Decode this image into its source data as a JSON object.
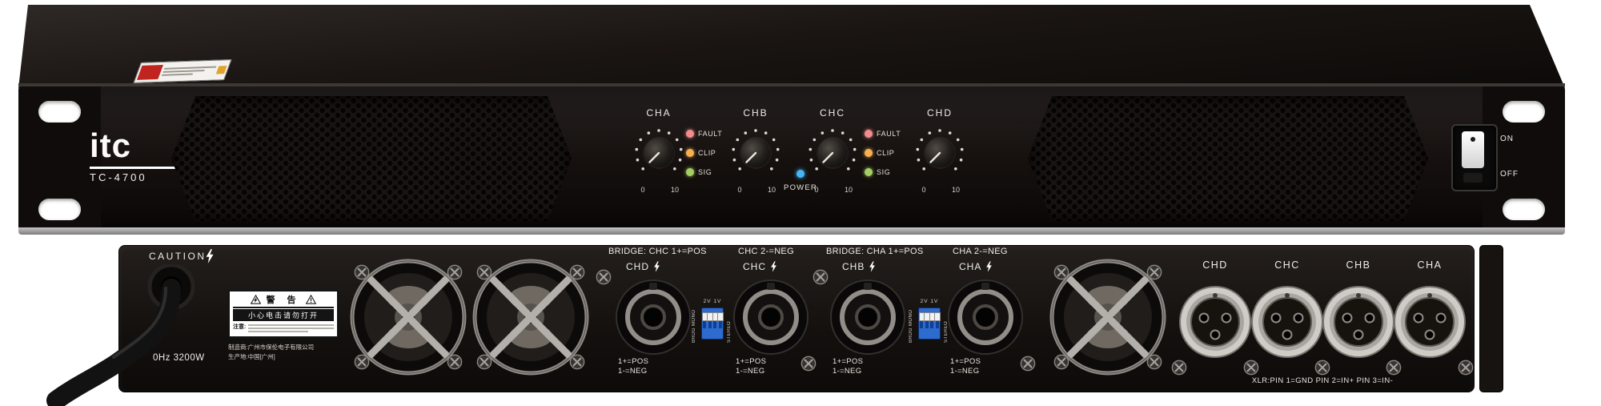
{
  "brand": {
    "logo": "itc",
    "model": "TC-4700"
  },
  "front": {
    "channels": [
      {
        "label": "CHA",
        "min": "0",
        "max": "10"
      },
      {
        "label": "CHB",
        "min": "0",
        "max": "10"
      },
      {
        "label": "CHC",
        "min": "0",
        "max": "10"
      },
      {
        "label": "CHD",
        "min": "0",
        "max": "10"
      }
    ],
    "leds": {
      "fault": "FAULT",
      "clip": "CLIP",
      "sig": "SIG"
    },
    "led_colors": {
      "fault": "#f08d8d",
      "clip": "#f6b04e",
      "sig": "#a5cf63",
      "power": "#45b7f5"
    },
    "power_label": "POWER",
    "switch": {
      "on": "ON",
      "off": "OFF"
    }
  },
  "rear": {
    "caution": "CAUTION",
    "rating": "0Hz 3200W",
    "label": {
      "title": "警 告",
      "warning": "小心电击请勿打开",
      "note": "注意:"
    },
    "maker": {
      "line1": "制造商:广州市保伦电子有限公司",
      "line2": "生产地:中国[广州]"
    },
    "sections": [
      {
        "bridge_a": "BRIDGE: CHC 1+=POS",
        "bridge_b": "CHC 2-=NEG",
        "left": {
          "ch": "CHD",
          "pos": "1+=POS",
          "neg": "1-=NEG"
        },
        "right": {
          "ch": "CHC",
          "pos": "1+=POS",
          "neg": "1-=NEG"
        },
        "dip": {
          "volts": "2V 1V",
          "mode_a": "BRDG MONO",
          "mode_b": "STEREO"
        }
      },
      {
        "bridge_a": "BRIDGE: CHA 1+=POS",
        "bridge_b": "CHA 2-=NEG",
        "left": {
          "ch": "CHB",
          "pos": "1+=POS",
          "neg": "1-=NEG"
        },
        "right": {
          "ch": "CHA",
          "pos": "1+=POS",
          "neg": "1-=NEG"
        },
        "dip": {
          "volts": "2V 1V",
          "mode_a": "BRDG MONO",
          "mode_b": "STEREO"
        }
      }
    ],
    "xlr": {
      "labels": [
        "CHD",
        "CHC",
        "CHB",
        "CHA"
      ],
      "note": "XLR:PIN 1=GND PIN 2=IN+ PIN 3=IN-"
    }
  }
}
